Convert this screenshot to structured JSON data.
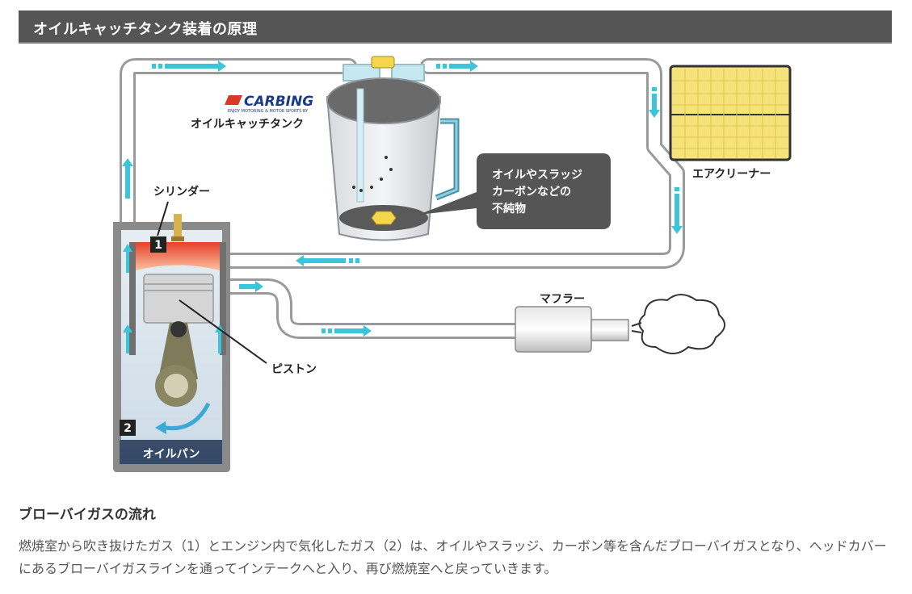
{
  "header": {
    "title": "オイルキャッチタンク装着の原理"
  },
  "diagram": {
    "brand": "CARBING",
    "brand_tagline": "ENJOY MOTORING & MOTOR SPORTS BY",
    "tank_label": "オイルキャッチタンク",
    "bubble_lines": [
      "オイルやスラッジ",
      "カーボンなどの",
      "不純物"
    ],
    "air_cleaner_label": "エアクリーナー",
    "cylinder_label": "シリンダー",
    "muffler_label": "マフラー",
    "piston_label": "ピストン",
    "oil_pan_label": "オイルパン",
    "marker_1": "1",
    "marker_2": "2",
    "colors": {
      "flow_arrow": "#3cc4d8",
      "header_bg": "#555555",
      "combustion": "#e8532a",
      "filter": "#f6e27a"
    }
  },
  "section": {
    "title": "ブローバイガスの流れ",
    "body": "燃焼室から吹き抜けたガス（1）とエンジン内で気化したガス（2）は、オイルやスラッジ、カーボン等を含んだブローバイガスとなり、ヘッドカバーにあるブローバイガスラインを通ってインテークへと入り、再び燃焼室へと戻っていきます。"
  }
}
